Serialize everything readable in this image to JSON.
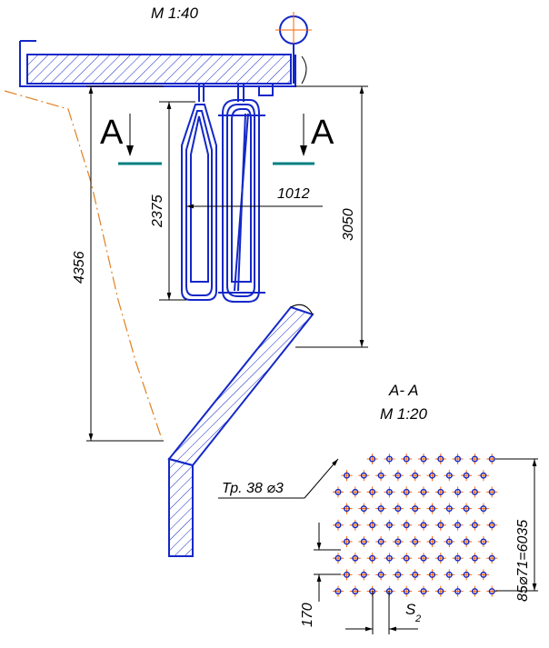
{
  "labels": {
    "scale_main": "M 1:40",
    "section_marker_left": "A",
    "section_marker_right": "A",
    "section_title": "A- A",
    "section_scale": "M 1:20",
    "tube_callout": "Тр. 38 ⌀3",
    "spacing_label": "S",
    "spacing_sub": "2"
  },
  "dimensions": {
    "total_height": "4356",
    "tube_height": "2375",
    "panel_width": "1012",
    "panel_height": "3050",
    "vertical_pitch": "170",
    "pattern_height": "85⌀71=6035"
  },
  "colors": {
    "tube": "#1428c8",
    "outline": "#1428c8",
    "marker": "#008080",
    "flue_line": "#e08020",
    "tube_center": "#ff6600"
  }
}
